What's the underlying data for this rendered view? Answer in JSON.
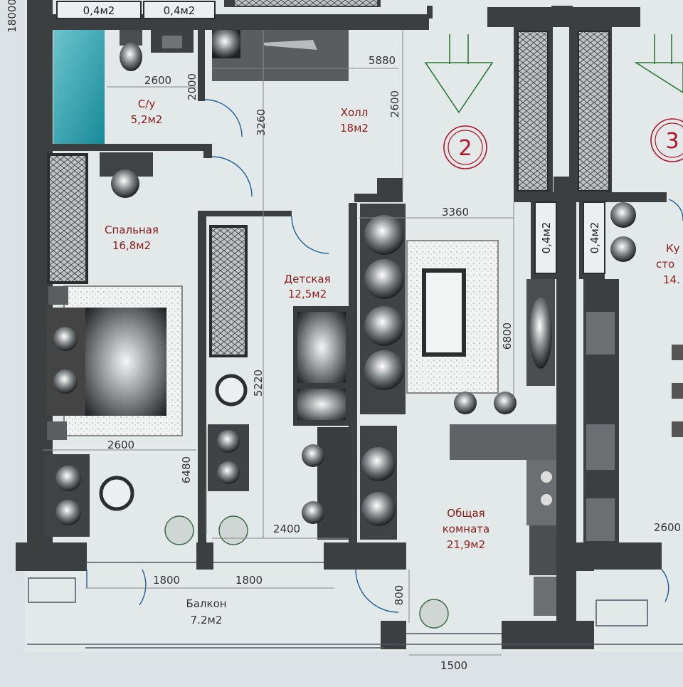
{
  "rooms": {
    "bathroom": {
      "name": "С/у",
      "area": "5,2м2"
    },
    "hall": {
      "name": "Холл",
      "area": "18м2"
    },
    "bedroom": {
      "name": "Спальная",
      "area": "16,8м2"
    },
    "kids": {
      "name": "Детская",
      "area": "12,5м2"
    },
    "living": {
      "name": "Общая",
      "name2": "комната",
      "area": "21,9м2"
    },
    "balcony": {
      "name": "Балкон",
      "area": "7.2м2"
    },
    "kitchen_partial": {
      "name": "Ку",
      "name2": "сто",
      "area": "14."
    }
  },
  "shafts": {
    "top_left": "0,4м2",
    "top_right": "0,4м2",
    "mid_left": "0,4м2",
    "mid_right": "0,4м2"
  },
  "dimensions": {
    "d18000": "18000",
    "d2600_bath": "2600",
    "d2000": "2000",
    "d3260": "3260",
    "d5880": "5880",
    "d2600_hall": "2600",
    "d3360": "3360",
    "d6800": "6800",
    "d5220": "5220",
    "d2600_bed": "2600",
    "d6480": "6480",
    "d2400": "2400",
    "d1800_a": "1800",
    "d1800_b": "1800",
    "d800": "800",
    "d1500": "1500",
    "d2600_right": "2600"
  },
  "markers": {
    "apt2": "2",
    "apt3": "3"
  },
  "colors": {
    "wall": "#3b3f40",
    "floor": "#e2e7e8",
    "room_label": "#8a1c1c",
    "marker": "#b0152a",
    "arrow": "#2f7a3a",
    "pool": "#1aa0b0"
  }
}
